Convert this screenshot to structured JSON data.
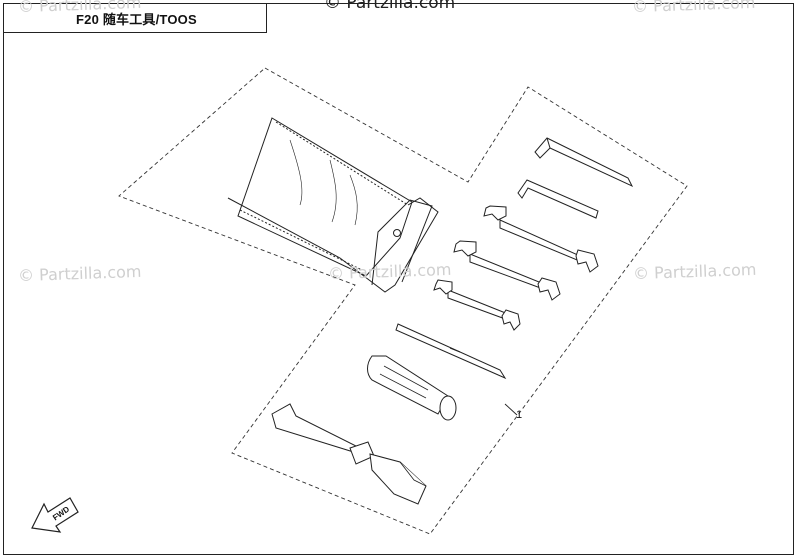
{
  "header": {
    "title": "F20 随车工具/TOOS"
  },
  "watermarks": {
    "top_center": "© Partzilla.com",
    "label": "© Partzilla.com"
  },
  "callouts": [
    {
      "number": "1"
    }
  ],
  "direction_marker": {
    "label": "FWD"
  },
  "icons": {
    "fwd": "forward-arrow-icon"
  }
}
